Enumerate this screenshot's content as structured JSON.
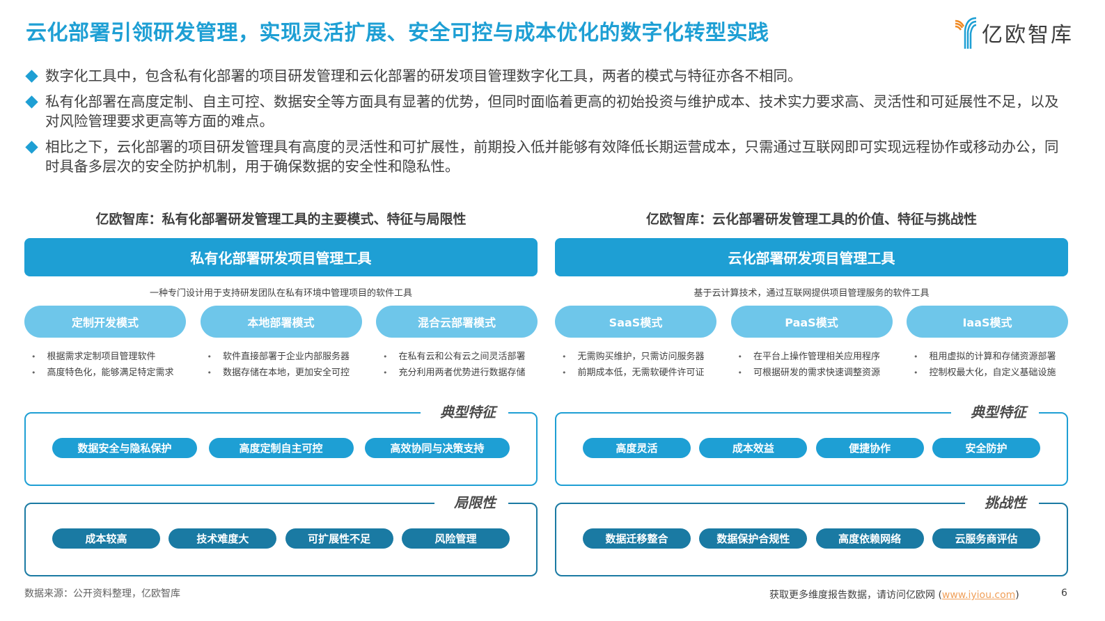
{
  "header": {
    "title": "云化部署引领研发管理，实现灵活扩展、安全可控与成本优化的数字化转型实践",
    "logo_text": "亿欧智库",
    "logo_icon": "yiou-logo-icon"
  },
  "bullets": [
    "数字化工具中，包含私有化部署的项目研发管理和云化部署的研发项目管理数字化工具，两者的模式与特征亦各不相同。",
    "私有化部署在高度定制、自主可控、数据安全等方面具有显著的优势，但同时面临着更高的初始投资与维护成本、技术实力要求高、灵活性和可延展性不足，以及对风险管理要求更高等方面的难点。",
    "相比之下，云化部署的项目研发管理具有高度的灵活性和可扩展性，前期投入低并能够有效降低长期运营成本，只需通过互联网即可实现远程协作或移动办公，同时具备多层次的安全防护机制，用于确保数据的安全性和隐私性。"
  ],
  "left_panel": {
    "heading": "亿欧智库：私有化部署研发管理工具的主要模式、特征与局限性",
    "tool_title": "私有化部署研发项目管理工具",
    "tool_desc": "一种专门设计用于支持研发团队在私有环境中管理项目的软件工具",
    "modes": [
      {
        "label": "定制开发模式",
        "points": [
          "根据需求定制项目管理软件",
          "高度特色化，能够满足特定需求"
        ]
      },
      {
        "label": "本地部署模式",
        "points": [
          "软件直接部署于企业内部服务器",
          "数据存储在本地，更加安全可控"
        ]
      },
      {
        "label": "混合云部署模式",
        "points": [
          "在私有云和公有云之间灵活部署",
          "充分利用两者优势进行数据存储"
        ]
      }
    ],
    "features": {
      "label": "典型特征",
      "chips": [
        "数据安全与隐私保护",
        "高度定制自主可控",
        "高效协同与决策支持"
      ]
    },
    "limits": {
      "label": "局限性",
      "chips": [
        "成本较高",
        "技术难度大",
        "可扩展性不足",
        "风险管理"
      ]
    }
  },
  "right_panel": {
    "heading": "亿欧智库：云化部署研发管理工具的价值、特征与挑战性",
    "tool_title": "云化部署研发项目管理工具",
    "tool_desc": "基于云计算技术，通过互联网提供项目管理服务的软件工具",
    "modes": [
      {
        "label": "SaaS模式",
        "points": [
          "无需购买维护，只需访问服务器",
          "前期成本低，无需软硬件许可证"
        ]
      },
      {
        "label": "PaaS模式",
        "points": [
          "在平台上操作管理相关应用程序",
          "可根据研发的需求快速调整资源"
        ]
      },
      {
        "label": "IaaS模式",
        "points": [
          "租用虚拟的计算和存储资源部署",
          "控制权最大化，自定义基础设施"
        ]
      }
    ],
    "features": {
      "label": "典型特征",
      "chips": [
        "高度灵活",
        "成本效益",
        "便捷协作",
        "安全防护"
      ]
    },
    "challenges": {
      "label": "挑战性",
      "chips": [
        "数据迁移整合",
        "数据保护合规性",
        "高度依赖网络",
        "云服务商评估"
      ]
    }
  },
  "footer": {
    "source": "数据来源：公开资料整理，亿欧智库",
    "more_prefix": "获取更多维度报告数据，请访问亿欧网 (",
    "link": "www.iyiou.com",
    "more_suffix": ")",
    "page": "6"
  },
  "colors": {
    "accent": "#1e9fd4",
    "pill_light": "#6ec6ea",
    "deep": "#1a7aa3",
    "link": "#f0a05a",
    "logo_orange": "#f08a24"
  }
}
